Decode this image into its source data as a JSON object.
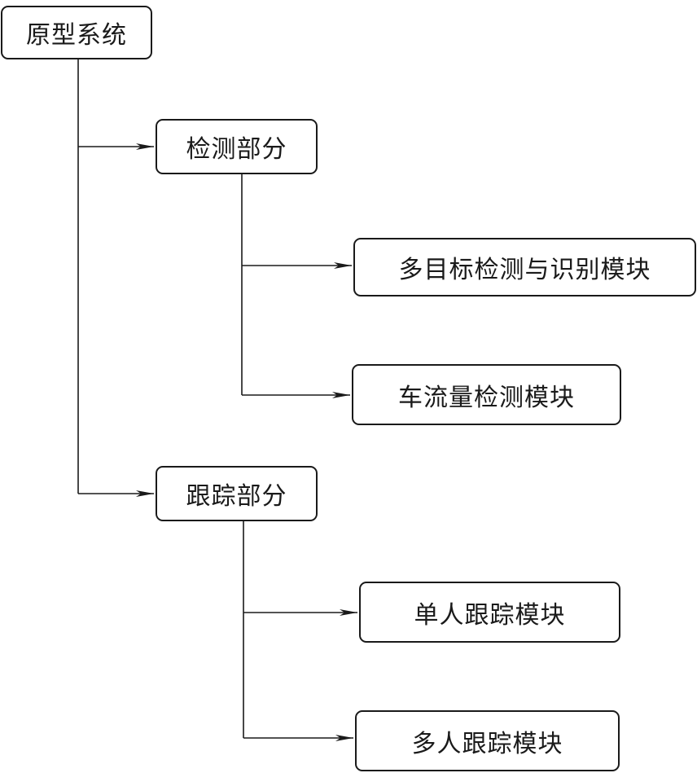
{
  "diagram": {
    "root": {
      "label": "原型系统"
    },
    "branches": [
      {
        "label": "检测部分",
        "children": [
          {
            "label": "多目标检测与识别模块"
          },
          {
            "label": "车流量检测模块"
          }
        ]
      },
      {
        "label": "跟踪部分",
        "children": [
          {
            "label": "单人跟踪模块"
          },
          {
            "label": "多人跟踪模块"
          }
        ]
      }
    ],
    "colors": {
      "line": "#1a1a1a",
      "box_border": "#1a1a1a",
      "background": "#ffffff"
    }
  }
}
